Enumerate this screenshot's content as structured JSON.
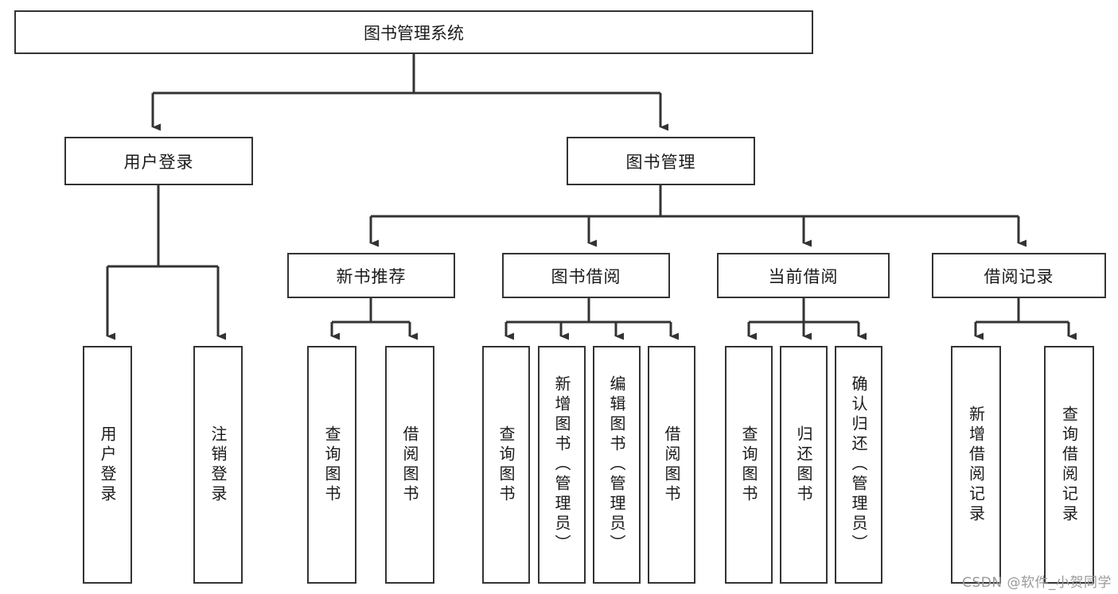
{
  "diagram": {
    "type": "tree-hierarchy",
    "title": "图书管理系统",
    "root": {
      "label": "图书管理系统"
    },
    "level2": [
      {
        "id": "user-login",
        "label": "用户登录"
      },
      {
        "id": "book-manage",
        "label": "图书管理"
      }
    ],
    "level3": [
      {
        "id": "new-book-recommend",
        "label": "新书推荐",
        "parent": "book-manage"
      },
      {
        "id": "book-borrow",
        "label": "图书借阅",
        "parent": "book-manage"
      },
      {
        "id": "current-borrow",
        "label": "当前借阅",
        "parent": "book-manage"
      },
      {
        "id": "borrow-record",
        "label": "借阅记录",
        "parent": "book-manage"
      }
    ],
    "leaves": {
      "user_login": [
        {
          "id": "leaf-user-login",
          "label": "用户登录"
        },
        {
          "id": "leaf-logout-login",
          "label": "注销登录"
        }
      ],
      "new_book_recommend": [
        {
          "id": "leaf-query-book-1",
          "label": "查询图书"
        },
        {
          "id": "leaf-borrow-book-1",
          "label": "借阅图书"
        }
      ],
      "book_borrow": [
        {
          "id": "leaf-query-book-2",
          "label": "查询图书"
        },
        {
          "id": "leaf-add-book",
          "label": "新增图书（管理员）"
        },
        {
          "id": "leaf-edit-book",
          "label": "编辑图书（管理员）"
        },
        {
          "id": "leaf-borrow-book-2",
          "label": "借阅图书"
        }
      ],
      "current_borrow": [
        {
          "id": "leaf-query-book-3",
          "label": "查询图书"
        },
        {
          "id": "leaf-return-book",
          "label": "归还图书"
        },
        {
          "id": "leaf-confirm-return",
          "label": "确认归还（管理员）"
        }
      ],
      "borrow_record": [
        {
          "id": "leaf-add-record",
          "label": "新增借阅记录"
        },
        {
          "id": "leaf-query-record",
          "label": "查询借阅记录"
        }
      ]
    },
    "colors": {
      "box_border": "#333333",
      "box_fill": "#ffffff",
      "connector": "#333333",
      "text": "#1a1a1a",
      "watermark": "#9a9a9a",
      "background": "#ffffff"
    }
  },
  "watermark": {
    "text": "CSDN @软件_小贺同学"
  }
}
